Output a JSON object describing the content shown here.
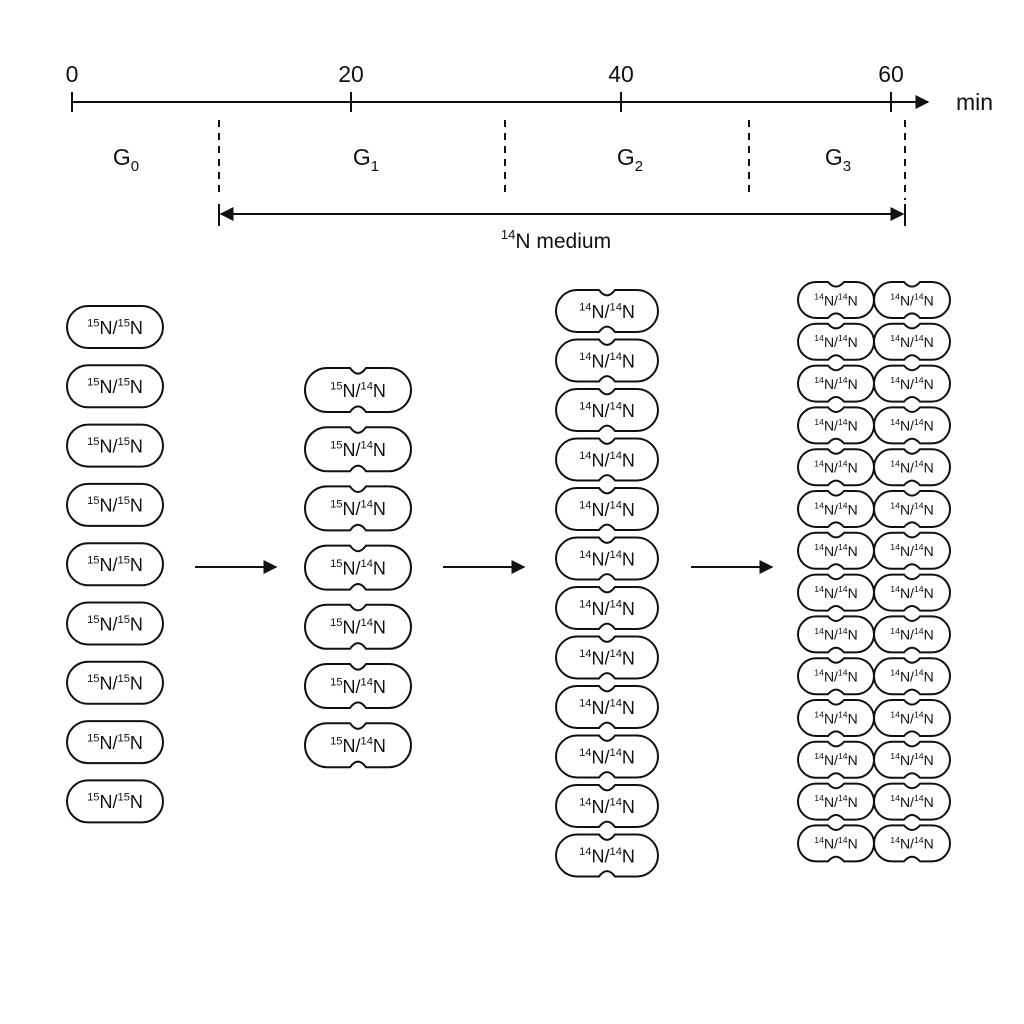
{
  "timeline": {
    "ticks": [
      "0",
      "20",
      "40",
      "60"
    ],
    "unit": "min",
    "phases": [
      {
        "base": "G",
        "sub": "0"
      },
      {
        "base": "G",
        "sub": "1"
      },
      {
        "base": "G",
        "sub": "2"
      },
      {
        "base": "G",
        "sub": "3"
      }
    ],
    "medium": {
      "isotope": "14",
      "text": "N medium"
    }
  },
  "generations": [
    {
      "label": {
        "iso1": "15",
        "iso2": "15"
      },
      "count": 9,
      "shape": "single"
    },
    {
      "label": {
        "iso1": "15",
        "iso2": "14"
      },
      "count": 7,
      "shape": "pinched"
    },
    {
      "label": {
        "iso1": "14",
        "iso2": "14"
      },
      "count": 12,
      "shape": "pinched"
    },
    {
      "label": {
        "iso1": "14",
        "iso2": "14"
      },
      "count": 28,
      "shape": "pair"
    }
  ],
  "colors": {
    "ink": "#111111",
    "background": "#ffffff"
  }
}
